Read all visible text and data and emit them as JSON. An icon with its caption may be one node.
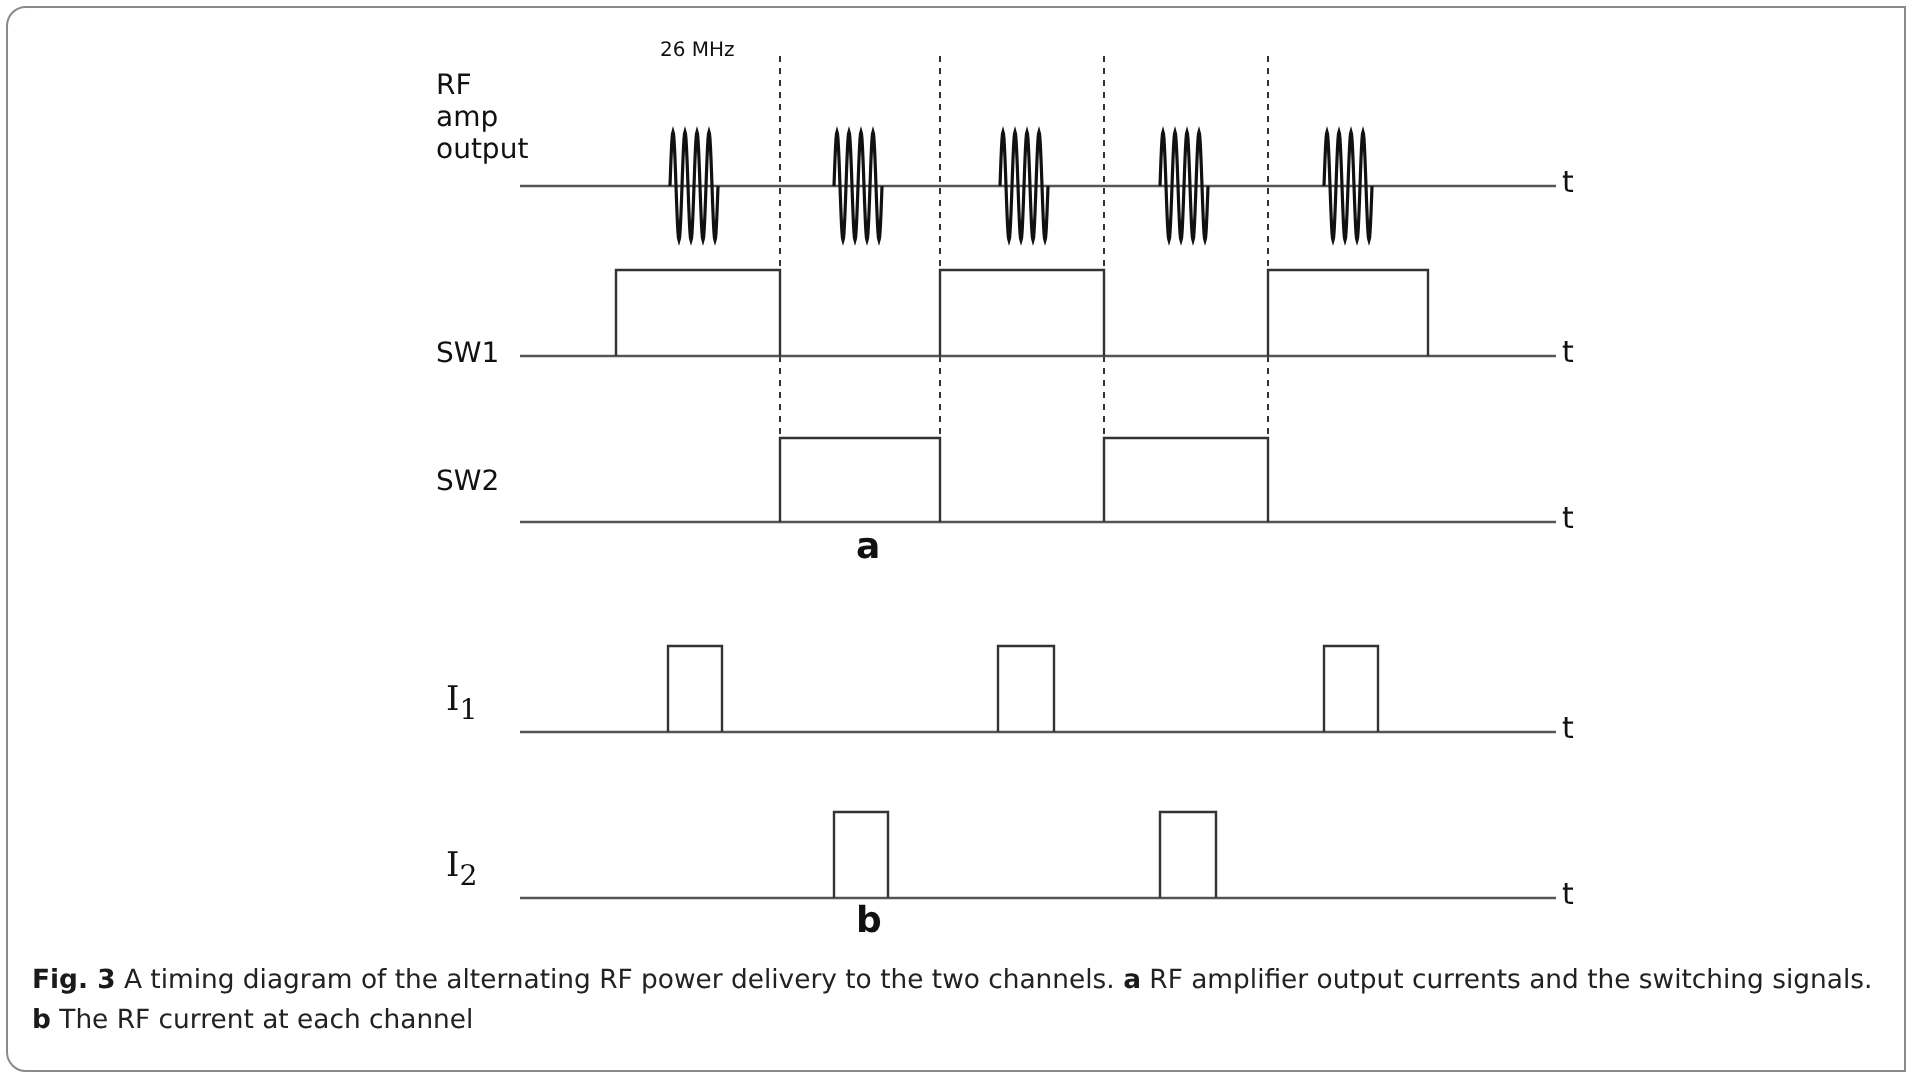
{
  "diagram": {
    "caption": "**Fig. 3** A timing diagram of the alternating RF power delivery to the two channels. **a** RF amplifier output currents and the switching signals. **b** The RF current at each channel",
    "labels": [
      "26 MHz",
      "RF amp output",
      "t",
      "SW1",
      "t",
      "SW2",
      "t",
      "a",
      "I$_{1}$",
      "t",
      "I$_{2}$",
      "t",
      "b"
    ]
  }
}
